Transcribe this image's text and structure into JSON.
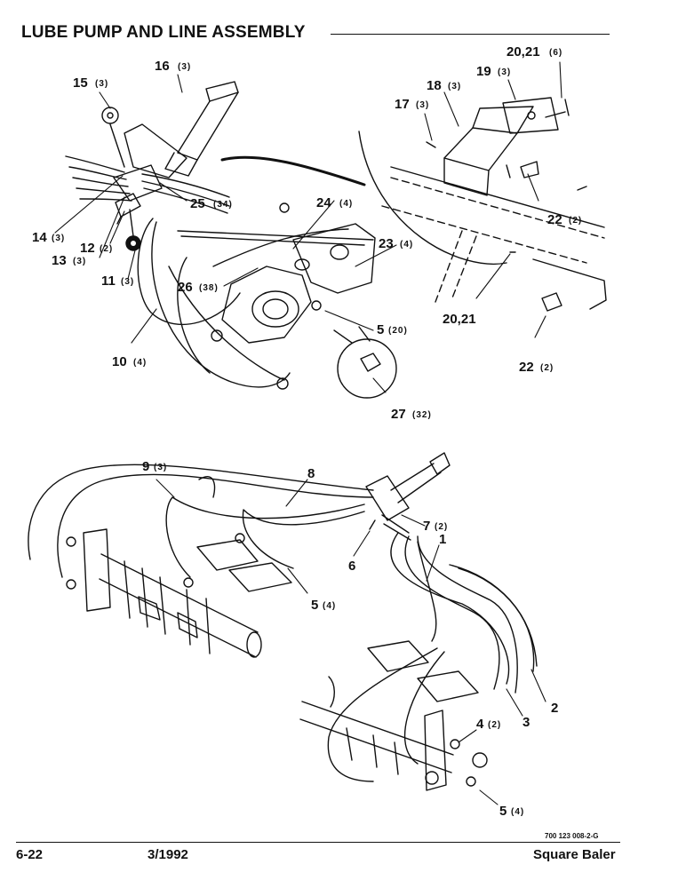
{
  "title": "LUBE PUMP AND LINE ASSEMBLY",
  "upper_labels": [
    {
      "num": "15",
      "qty": "(3)"
    },
    {
      "num": "16",
      "qty": "(3)"
    },
    {
      "num": "20,21",
      "qty": "(6)"
    },
    {
      "num": "19",
      "qty": "(3)"
    },
    {
      "num": "18",
      "qty": "(3)"
    },
    {
      "num": "17",
      "qty": "(3)"
    },
    {
      "num": "25",
      "qty": "(34)"
    },
    {
      "num": "24",
      "qty": "(4)"
    },
    {
      "num": "14",
      "qty": "(3)"
    },
    {
      "num": "12",
      "qty": "(2)"
    },
    {
      "num": "13",
      "qty": "(3)"
    },
    {
      "num": "11",
      "qty": "(3)"
    },
    {
      "num": "23",
      "qty": "(4)"
    },
    {
      "num": "26",
      "qty": "(38)"
    },
    {
      "num": "22",
      "qty": "(2)"
    },
    {
      "num": "20,21",
      "qty": ""
    },
    {
      "num": "5",
      "qty": "(20)"
    },
    {
      "num": "10",
      "qty": "(4)"
    },
    {
      "num": "22",
      "qty": "(2)"
    },
    {
      "num": "27",
      "qty": "(32)"
    }
  ],
  "lower_labels": [
    {
      "num": "9",
      "qty": "(3)"
    },
    {
      "num": "8",
      "qty": ""
    },
    {
      "num": "7",
      "qty": "(2)"
    },
    {
      "num": "1",
      "qty": ""
    },
    {
      "num": "6",
      "qty": ""
    },
    {
      "num": "5",
      "qty": "(4)"
    },
    {
      "num": "2",
      "qty": ""
    },
    {
      "num": "3",
      "qty": ""
    },
    {
      "num": "4",
      "qty": "(2)"
    },
    {
      "num": "5",
      "qty": "(4)"
    }
  ],
  "footer": {
    "doc_number": "700 123 008-2-G",
    "page": "6-22",
    "date": "3/1992",
    "product": "Square Baler"
  }
}
